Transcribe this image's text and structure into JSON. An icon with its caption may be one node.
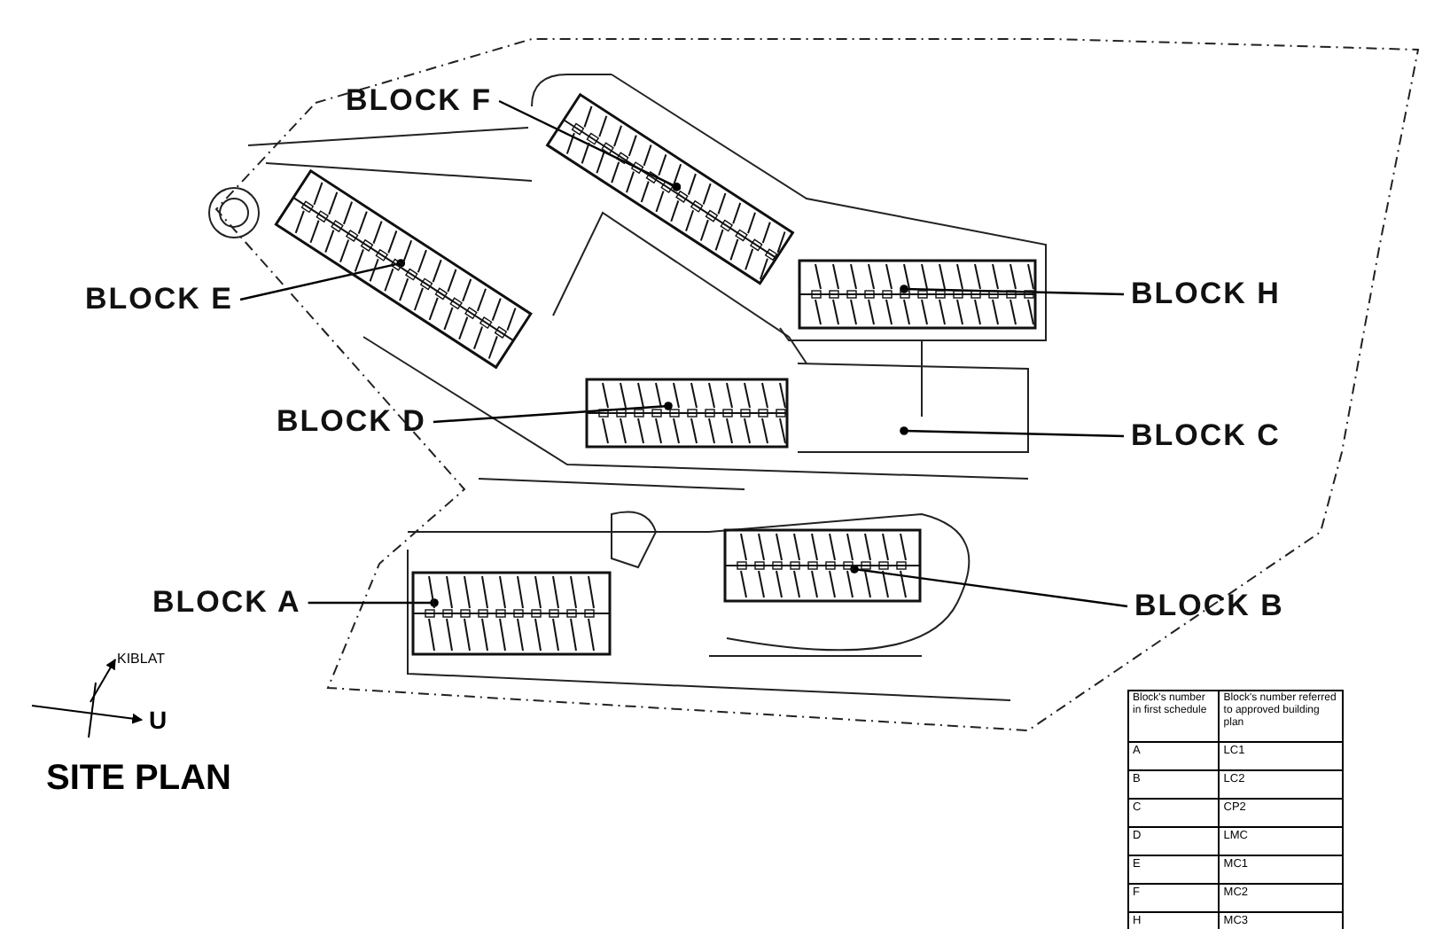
{
  "diagram": {
    "title": "SITE PLAN",
    "nodes": [
      {
        "text": [
          "BLOCK F"
        ]
      },
      {
        "text": [
          "BLOCK E"
        ]
      },
      {
        "text": [
          "BLOCK H"
        ]
      },
      {
        "text": [
          "BLOCK D"
        ]
      },
      {
        "text": [
          "BLOCK C"
        ]
      },
      {
        "text": [
          "BLOCK A"
        ]
      },
      {
        "text": [
          "BLOCK B"
        ]
      },
      {
        "text": [],
        "shape": "box"
      },
      {
        "text": [],
        "shape": "box"
      },
      {
        "text": [],
        "shape": "box"
      },
      {
        "text": [],
        "shape": "box"
      },
      {
        "text": [],
        "shape": "box"
      },
      {
        "text": [],
        "shape": "box"
      }
    ],
    "edges": [
      {
        "from": 0,
        "to": 7,
        "arrow": "other"
      },
      {
        "from": 1,
        "to": 8,
        "arrow": "other"
      },
      {
        "from": 2,
        "to": 9,
        "arrow": "other"
      },
      {
        "from": 3,
        "to": 10,
        "arrow": "other"
      },
      {
        "from": 4,
        "to": null,
        "arrow": "other"
      },
      {
        "from": 5,
        "to": 11,
        "arrow": "other"
      },
      {
        "from": 6,
        "to": 12,
        "arrow": "other"
      }
    ],
    "labels": [
      "KIBLAT",
      "U",
      "Block's number in first schedule",
      "Block's number referred to approved building plan",
      "A",
      "LC1",
      "B",
      "LC2",
      "C",
      "CP2",
      "D",
      "LMC",
      "E",
      "MC1",
      "F",
      "MC2",
      "H",
      "MC3"
    ]
  }
}
